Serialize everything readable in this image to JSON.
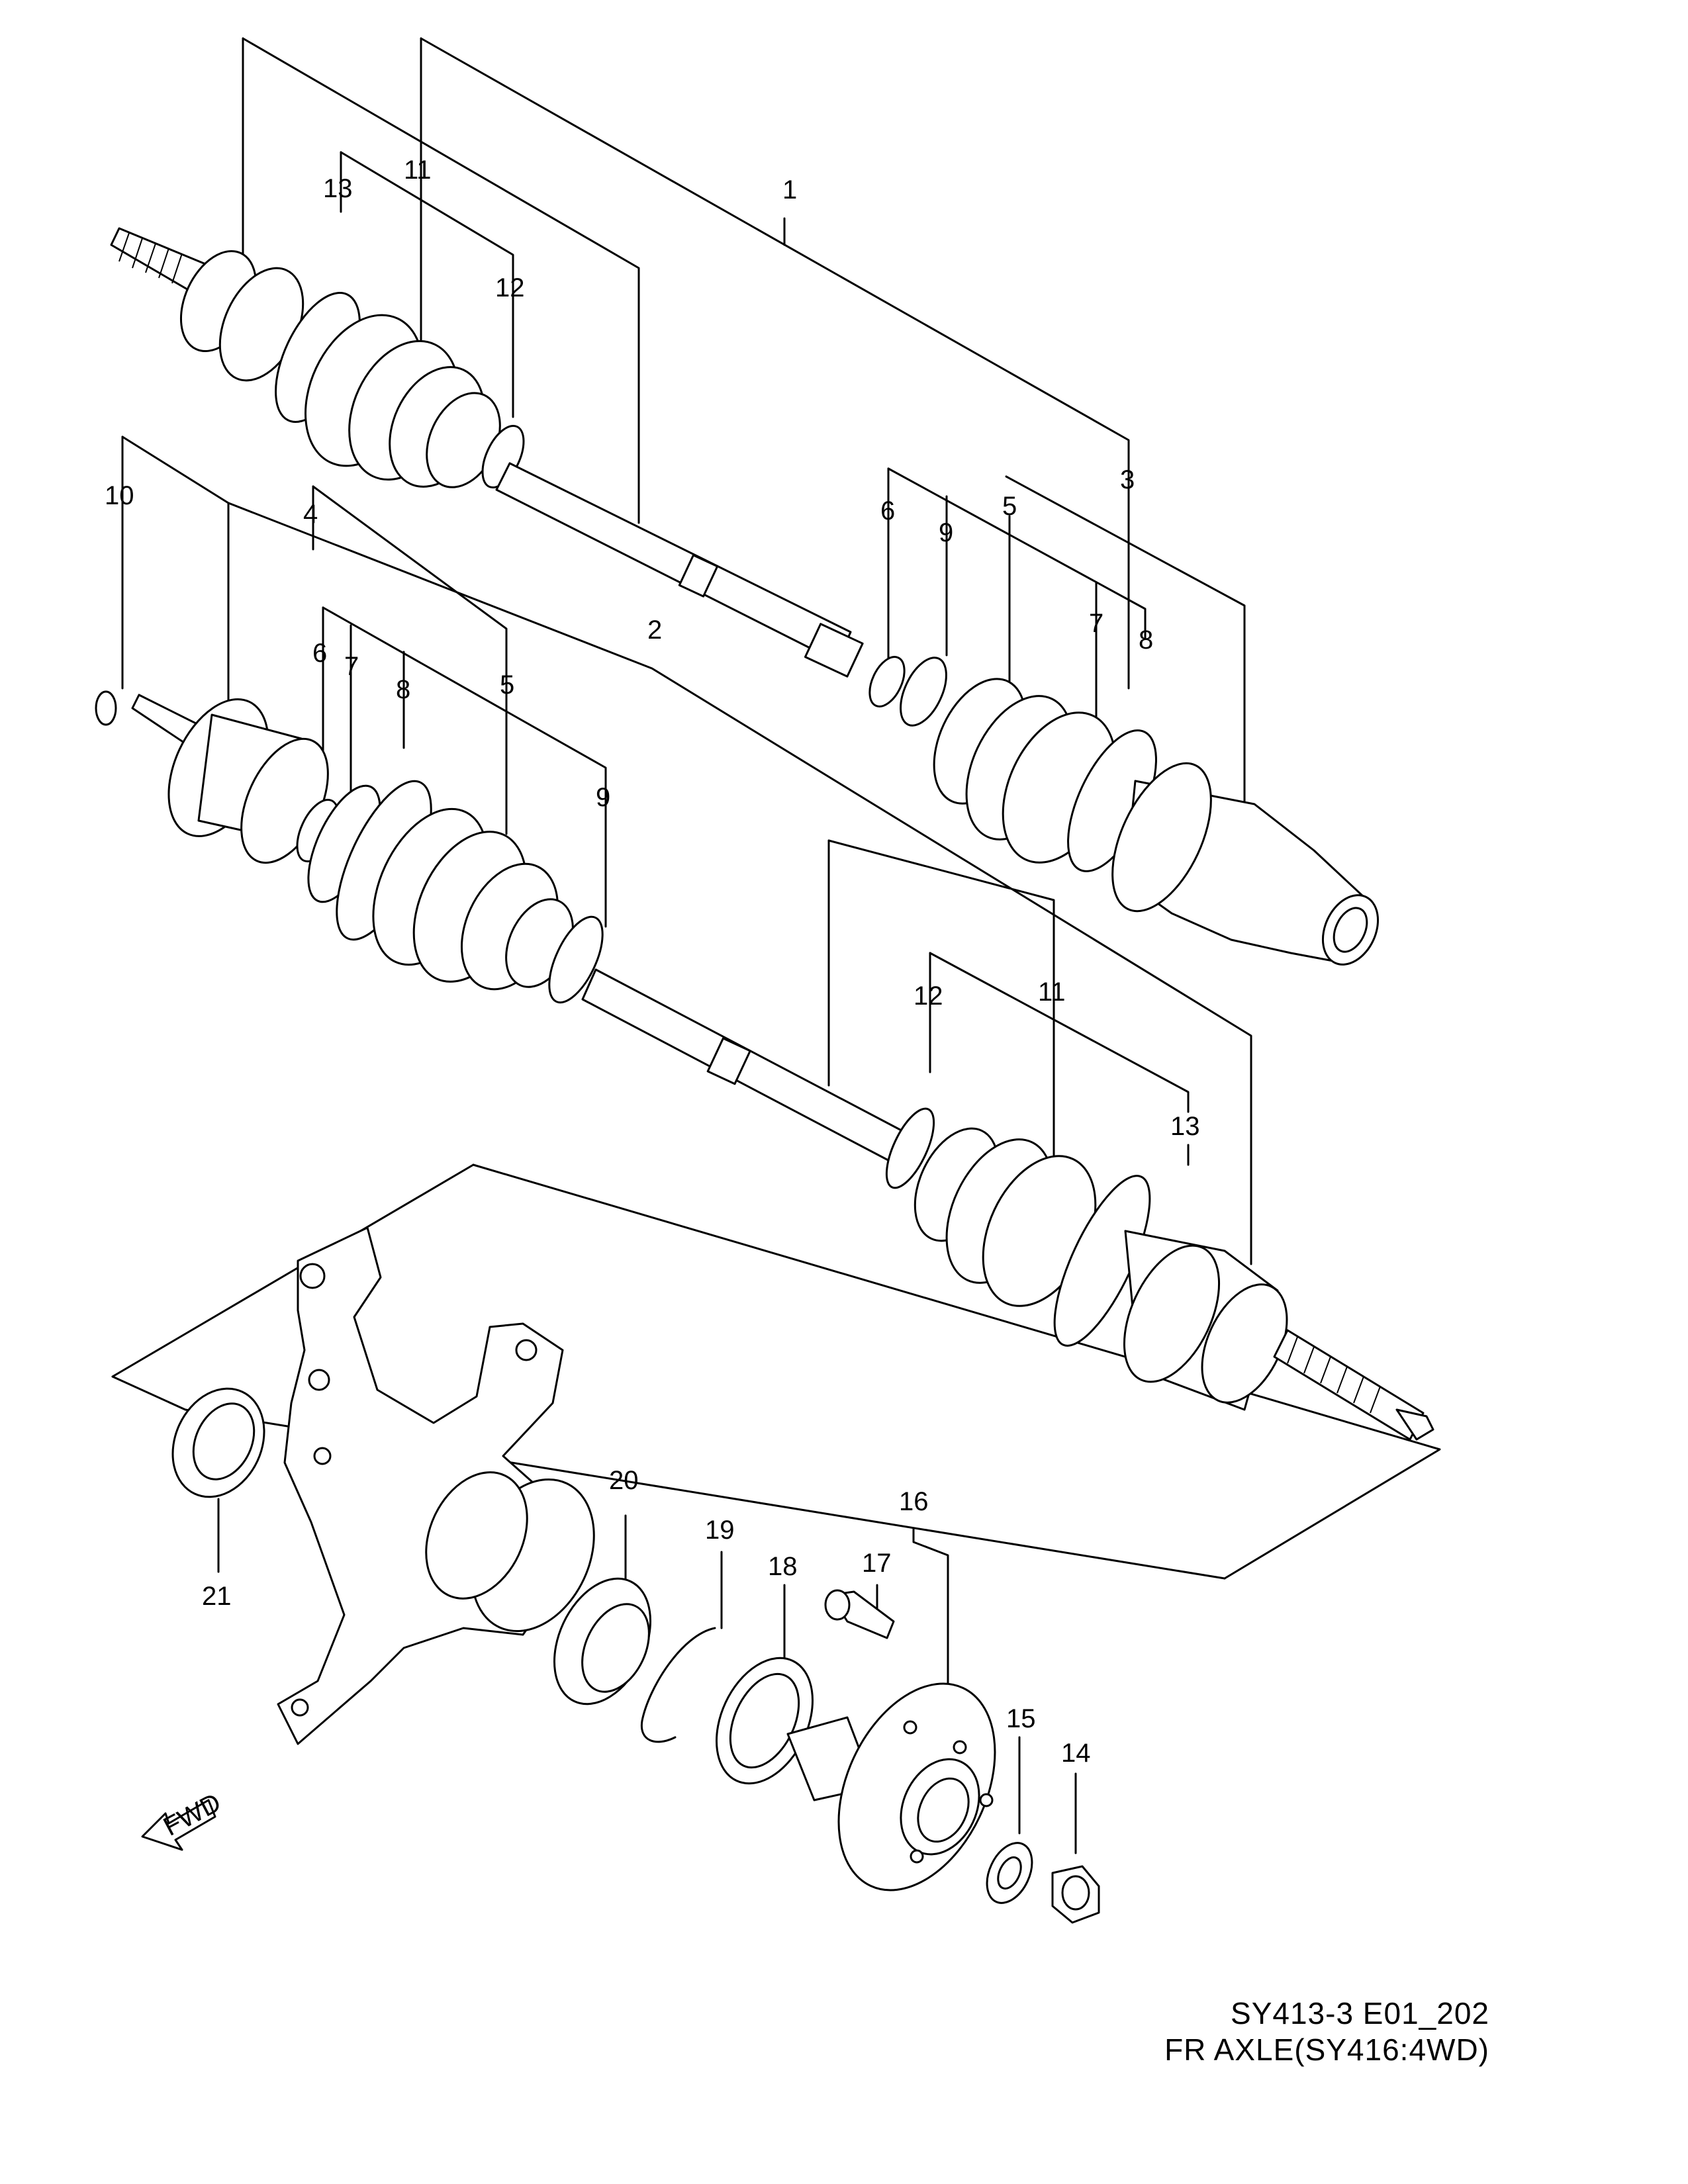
{
  "callouts": [
    "1",
    "2",
    "3",
    "4",
    "5",
    "5",
    "6",
    "6",
    "7",
    "7",
    "8",
    "8",
    "9",
    "9",
    "10",
    "11",
    "11",
    "12",
    "12",
    "13",
    "13",
    "14",
    "15",
    "16",
    "17",
    "18",
    "19",
    "20",
    "21"
  ],
  "fwd_label": "FWD",
  "caption": {
    "code": "SY413-3 E01_202",
    "title": "FR AXLE(SY416:4WD)"
  }
}
